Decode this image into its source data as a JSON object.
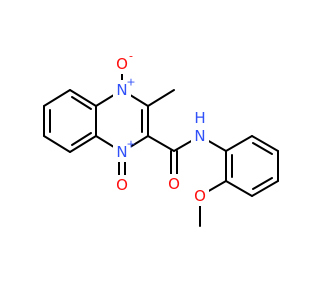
{
  "molecule": {
    "atoms": {
      "n_oxide_top": "N",
      "n_oxide_top_charge": "+",
      "o_oxide_top": "O",
      "o_oxide_top_charge": "-",
      "n_oxide_bottom": "N",
      "n_oxide_bottom_charge": "+",
      "o_oxide_bottom": "O",
      "o_carbonyl": "O",
      "n_amide": "N",
      "h_amide": "H",
      "o_methoxy": "O"
    },
    "colors": {
      "bond": "#000000",
      "nitrogen": "#3050f8",
      "oxygen": "#ff0d0d"
    }
  }
}
